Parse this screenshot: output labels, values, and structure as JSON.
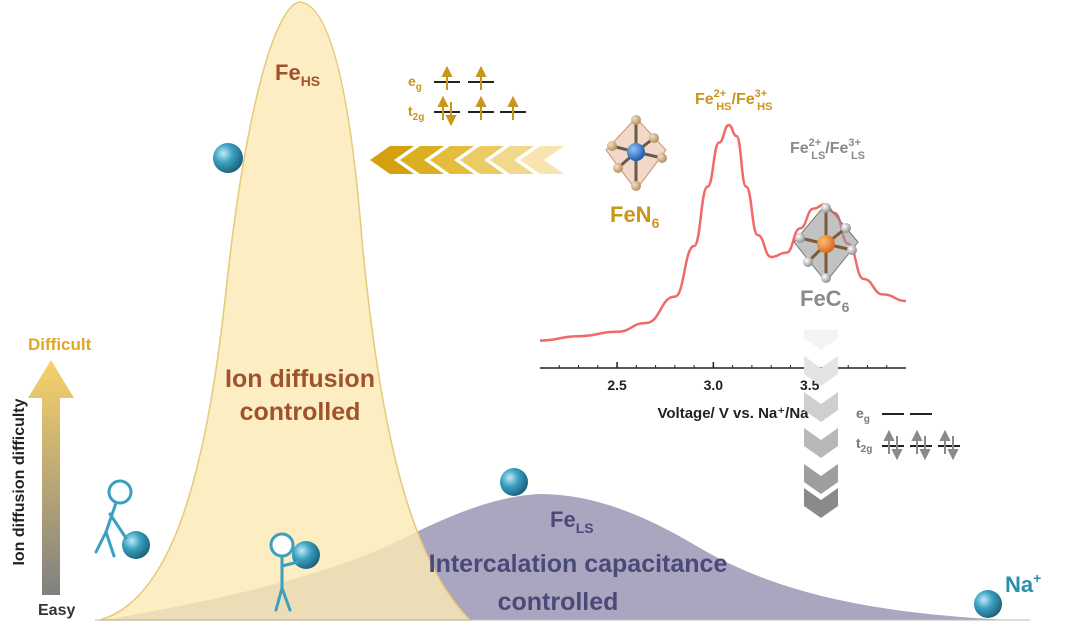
{
  "labels": {
    "fe_hs_main": "Fe",
    "fe_hs_sub": "HS",
    "ion_diffusion_line1": "Ion diffusion",
    "ion_diffusion_line2": "controlled",
    "fe_ls_main": "Fe",
    "fe_ls_sub": "LS",
    "intercalation_line1": "Intercalation capacitance",
    "intercalation_line2": "controlled",
    "na_main": "Na",
    "na_sup": "+",
    "difficult": "Difficult",
    "easy": "Easy",
    "axis_title": "Ion diffusion difficulty",
    "fen6_main": "FeN",
    "fen6_sub": "6",
    "fec6_main": "FeC",
    "fec6_sub": "6",
    "hs_peak": {
      "a": "Fe",
      "a_sup": "2+",
      "a_sub": "HS",
      "slash": "/",
      "b": "Fe",
      "b_sup": "3+",
      "b_sub": "HS"
    },
    "ls_peak": {
      "a": "Fe",
      "a_sup": "2+",
      "a_sub": "LS",
      "slash": "/",
      "b": "Fe",
      "b_sup": "3+",
      "b_sub": "LS"
    },
    "orbital_hs": {
      "eg": "e",
      "eg_sub": "g",
      "t2g": "t",
      "t2g_sub": "2g"
    },
    "orbital_ls": {
      "eg": "e",
      "eg_sub": "g",
      "t2g": "t",
      "t2g_sub": "2g"
    }
  },
  "colors": {
    "hs_fill": "#fbe9b4",
    "hs_stroke": "#e8c87a",
    "ls_fill": "#8a82a8",
    "text_brown": "#a0522d",
    "text_gold": "#c8961a",
    "text_navy": "#4a4a78",
    "curve": "#f06a6a",
    "ball": "#3aa0c0",
    "grey": "#8a8a8a"
  },
  "chart_data": {
    "type": "line",
    "xlabel": "Voltage/ V vs. Na⁺/Na",
    "x_ticks": [
      "2.5",
      "3.0",
      "3.5"
    ],
    "xlim": [
      2.1,
      4.0
    ],
    "series": [
      {
        "x": [
          2.1,
          2.3,
          2.5,
          2.65,
          2.8,
          2.9,
          2.97,
          3.03,
          3.08,
          3.12,
          3.17,
          3.23,
          3.3,
          3.38,
          3.45,
          3.52,
          3.58,
          3.63,
          3.7,
          3.78,
          3.88,
          4.0
        ],
        "y": [
          0.02,
          0.04,
          0.06,
          0.1,
          0.22,
          0.45,
          0.72,
          0.92,
          1.0,
          0.95,
          0.72,
          0.5,
          0.4,
          0.42,
          0.53,
          0.62,
          0.64,
          0.6,
          0.46,
          0.3,
          0.23,
          0.2
        ]
      }
    ]
  }
}
